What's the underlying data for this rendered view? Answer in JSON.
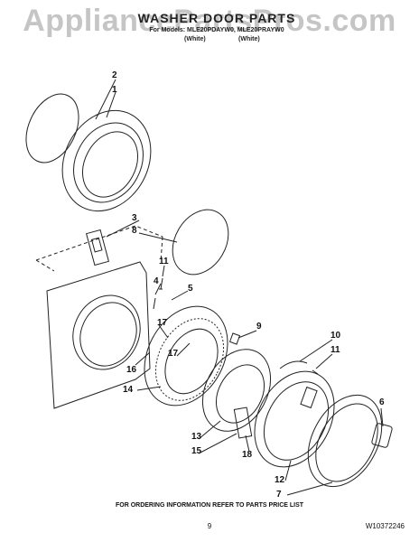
{
  "watermark": "AppliancePartsPros.com",
  "header": {
    "title": "WASHER DOOR PARTS",
    "models": "For Models: MLE20PDAYW0, MLE20PRAYW0",
    "variant_left": "(White)",
    "variant_right": "(White)"
  },
  "callouts": [
    "2",
    "1",
    "3",
    "8",
    "11",
    "4",
    "5",
    "17",
    "9",
    "10",
    "17",
    "11",
    "16",
    "14",
    "6",
    "13",
    "15",
    "18",
    "12",
    "7"
  ],
  "footer": {
    "note": "FOR ORDERING INFORMATION REFER TO PARTS PRICE LIST",
    "page_number": "9",
    "document_number": "W10372246"
  }
}
